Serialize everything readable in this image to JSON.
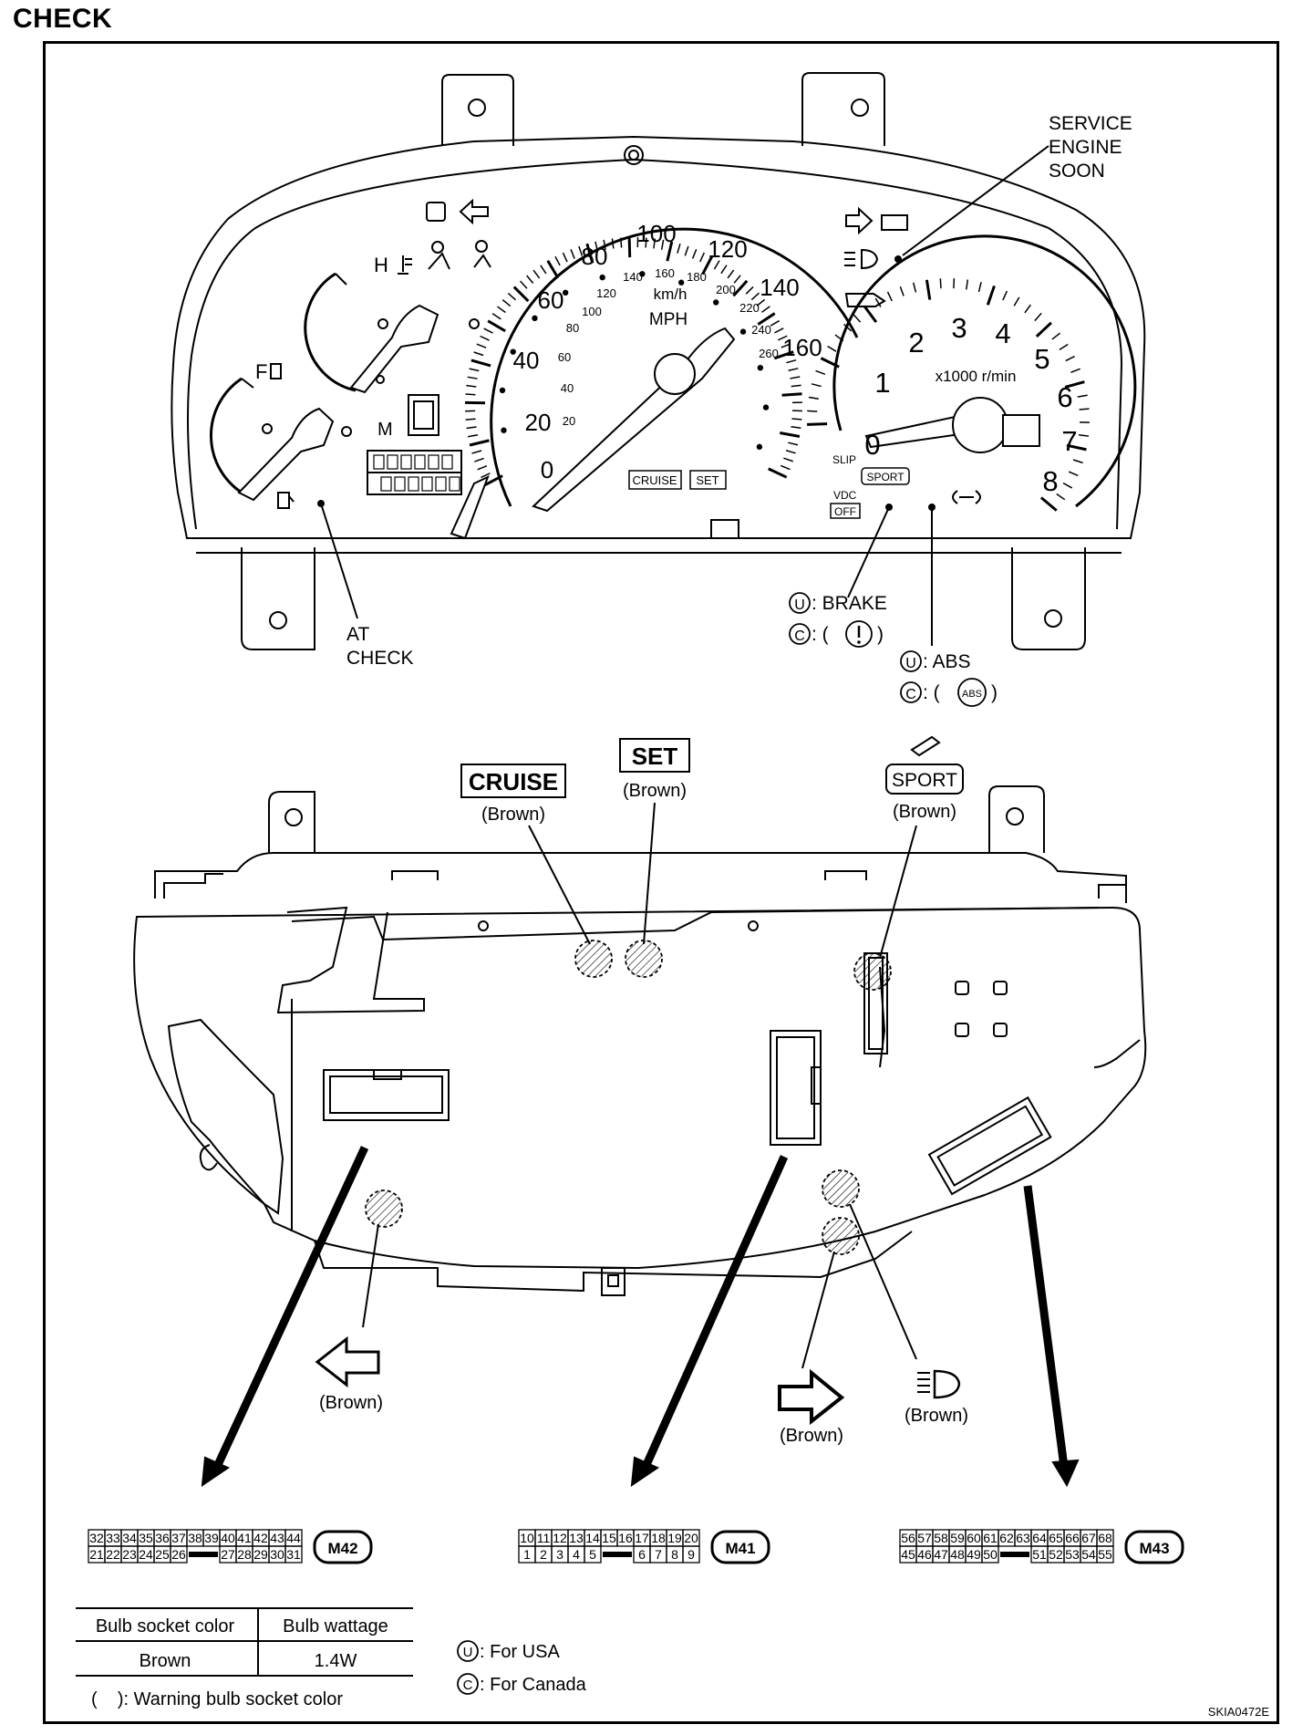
{
  "page_title": "CHECK",
  "figure_id": "SKIA0472E",
  "callouts": {
    "service_engine_soon": [
      "SERVICE",
      "ENGINE",
      "SOON"
    ],
    "at_check": [
      "AT",
      "CHECK"
    ],
    "brake_usa": ": BRAKE",
    "brake_canada": ": (",
    "brake_canada_close": ")",
    "abs_usa": ": ABS",
    "abs_canada": ": (",
    "abs_canada_close": ")",
    "abs_symbol": "ABS",
    "usa_mark": "U",
    "canada_mark": "C"
  },
  "speedometer": {
    "mph_ticks": [
      "0",
      "20",
      "40",
      "60",
      "80",
      "100",
      "120",
      "140",
      "160"
    ],
    "kmh_ticks": [
      "20",
      "40",
      "60",
      "80",
      "100",
      "120",
      "140",
      "160",
      "180",
      "200",
      "220",
      "240",
      "260"
    ],
    "unit_kmh": "km/h",
    "unit_mph": "MPH"
  },
  "tachometer": {
    "ticks": [
      "0",
      "1",
      "2",
      "3",
      "4",
      "5",
      "6",
      "7",
      "8"
    ],
    "unit": "x1000 r/min"
  },
  "gauges": {
    "temp_hot": "H",
    "fuel_full": "F",
    "mode_m": "M"
  },
  "indicators": {
    "cruise": "CRUISE",
    "set": "SET",
    "slip": "SLIP",
    "sport": "SPORT",
    "vdc": "VDC",
    "off": "OFF"
  },
  "bulbs": {
    "cruise": {
      "label": "CRUISE",
      "color": "(Brown)"
    },
    "set": {
      "label": "SET",
      "color": "(Brown)"
    },
    "sport": {
      "label": "SPORT",
      "color": "(Brown)"
    },
    "turn_left": {
      "color": "(Brown)"
    },
    "turn_right": {
      "color": "(Brown)"
    },
    "high_beam": {
      "color": "(Brown)"
    }
  },
  "connectors": [
    {
      "id": "M42",
      "top": [
        "32",
        "33",
        "34",
        "35",
        "36",
        "37",
        "38",
        "39",
        "40",
        "41",
        "42",
        "43",
        "44"
      ],
      "bottom": [
        "21",
        "22",
        "23",
        "24",
        "25",
        "26",
        "27",
        "28",
        "29",
        "30",
        "31"
      ]
    },
    {
      "id": "M41",
      "top": [
        "10",
        "11",
        "12",
        "13",
        "14",
        "15",
        "16",
        "17",
        "18",
        "19",
        "20"
      ],
      "bottom": [
        "1",
        "2",
        "3",
        "4",
        "5",
        "6",
        "7",
        "8",
        "9"
      ]
    },
    {
      "id": "M43",
      "top": [
        "56",
        "57",
        "58",
        "59",
        "60",
        "61",
        "62",
        "63",
        "64",
        "65",
        "66",
        "67",
        "68"
      ],
      "bottom": [
        "45",
        "46",
        "47",
        "48",
        "49",
        "50",
        "51",
        "52",
        "53",
        "54",
        "55"
      ]
    }
  ],
  "legend_table": {
    "headers": [
      "Bulb socket color",
      "Bulb wattage"
    ],
    "rows": [
      [
        "Brown",
        "1.4W"
      ]
    ],
    "note": "(    ): Warning bulb socket color"
  },
  "region_legend": {
    "usa": ": For USA",
    "canada": ": For Canada"
  }
}
